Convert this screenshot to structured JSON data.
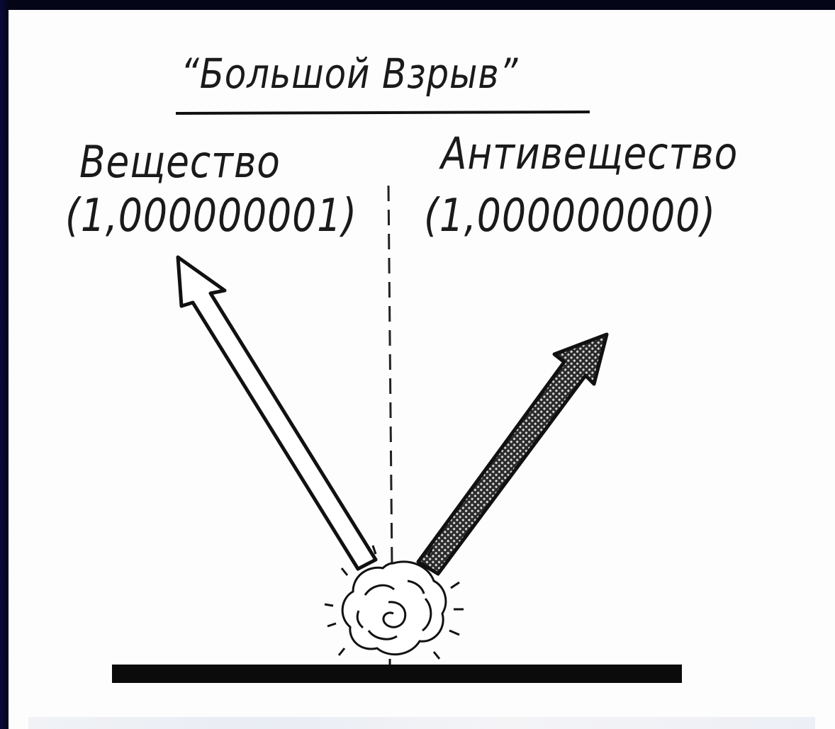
{
  "diagram": {
    "title": "“Большой  Взрыв”",
    "matter": {
      "label": "Вещество",
      "value": "(1,000000001)"
    },
    "antimatter": {
      "label": "Антивещество",
      "value": "(1,000000000)"
    }
  },
  "colors": {
    "background": "#050518",
    "slide_edge": "#0a0a3a",
    "paper": "#fdfdfd",
    "ink": "#111111"
  },
  "icons": [
    "matter-arrow-icon",
    "antimatter-arrow-icon",
    "explosion-icon"
  ]
}
